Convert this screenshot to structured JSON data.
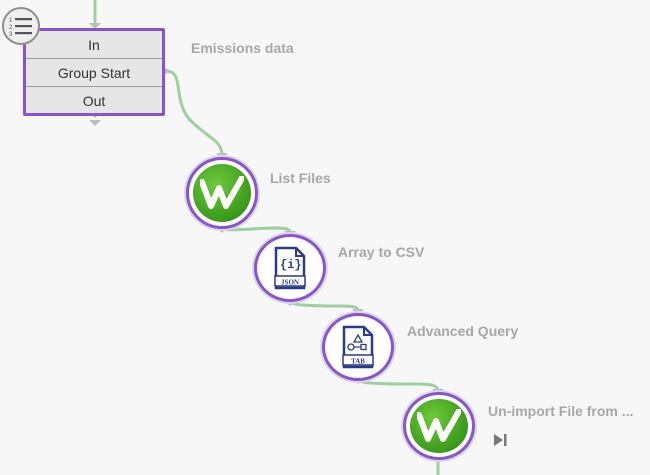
{
  "group": {
    "title": "Emissions data",
    "rows": [
      "In",
      "Group Start",
      "Out"
    ]
  },
  "nodes": [
    {
      "title": "List Files",
      "icon": "w-checkmark-icon"
    },
    {
      "title": "Array to CSV",
      "icon": "json-file-icon",
      "badge": "JSON"
    },
    {
      "title": "Advanced Query",
      "icon": "tab-file-icon",
      "badge": "TAB"
    },
    {
      "title": "Un-import File from ...",
      "icon": "w-checkmark-icon"
    }
  ],
  "colors": {
    "accent": "#8a52d6",
    "wire": "#9ecf9e",
    "green": "#3a9a1c",
    "label": "#a7a7a7"
  }
}
